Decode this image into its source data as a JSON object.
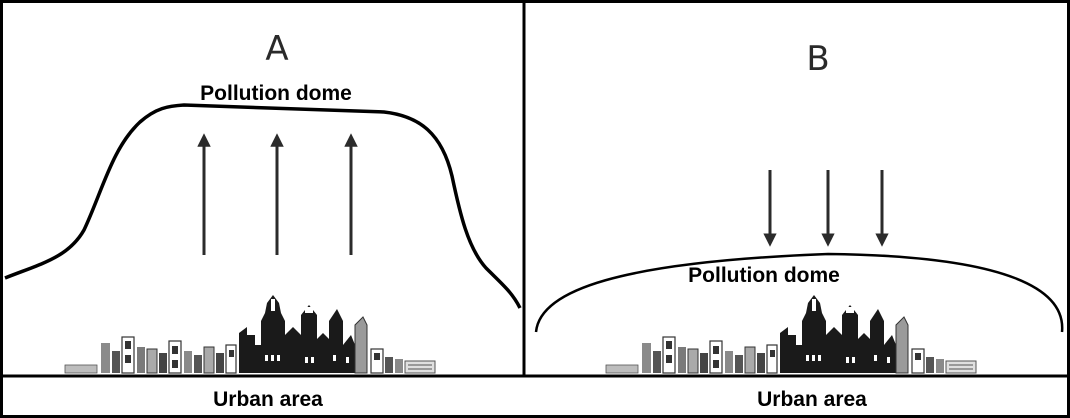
{
  "panels": [
    {
      "letter": "A",
      "dome_label": "Pollution dome",
      "area_label": "Urban area",
      "arrow_direction": "up"
    },
    {
      "letter": "B",
      "dome_label": "Pollution dome",
      "area_label": "Urban area",
      "arrow_direction": "down"
    }
  ],
  "colors": {
    "line": "#000000",
    "building_dark": "#1a1a1a",
    "building_light": "#9a9a9a",
    "arrow": "#2b2b2b"
  }
}
